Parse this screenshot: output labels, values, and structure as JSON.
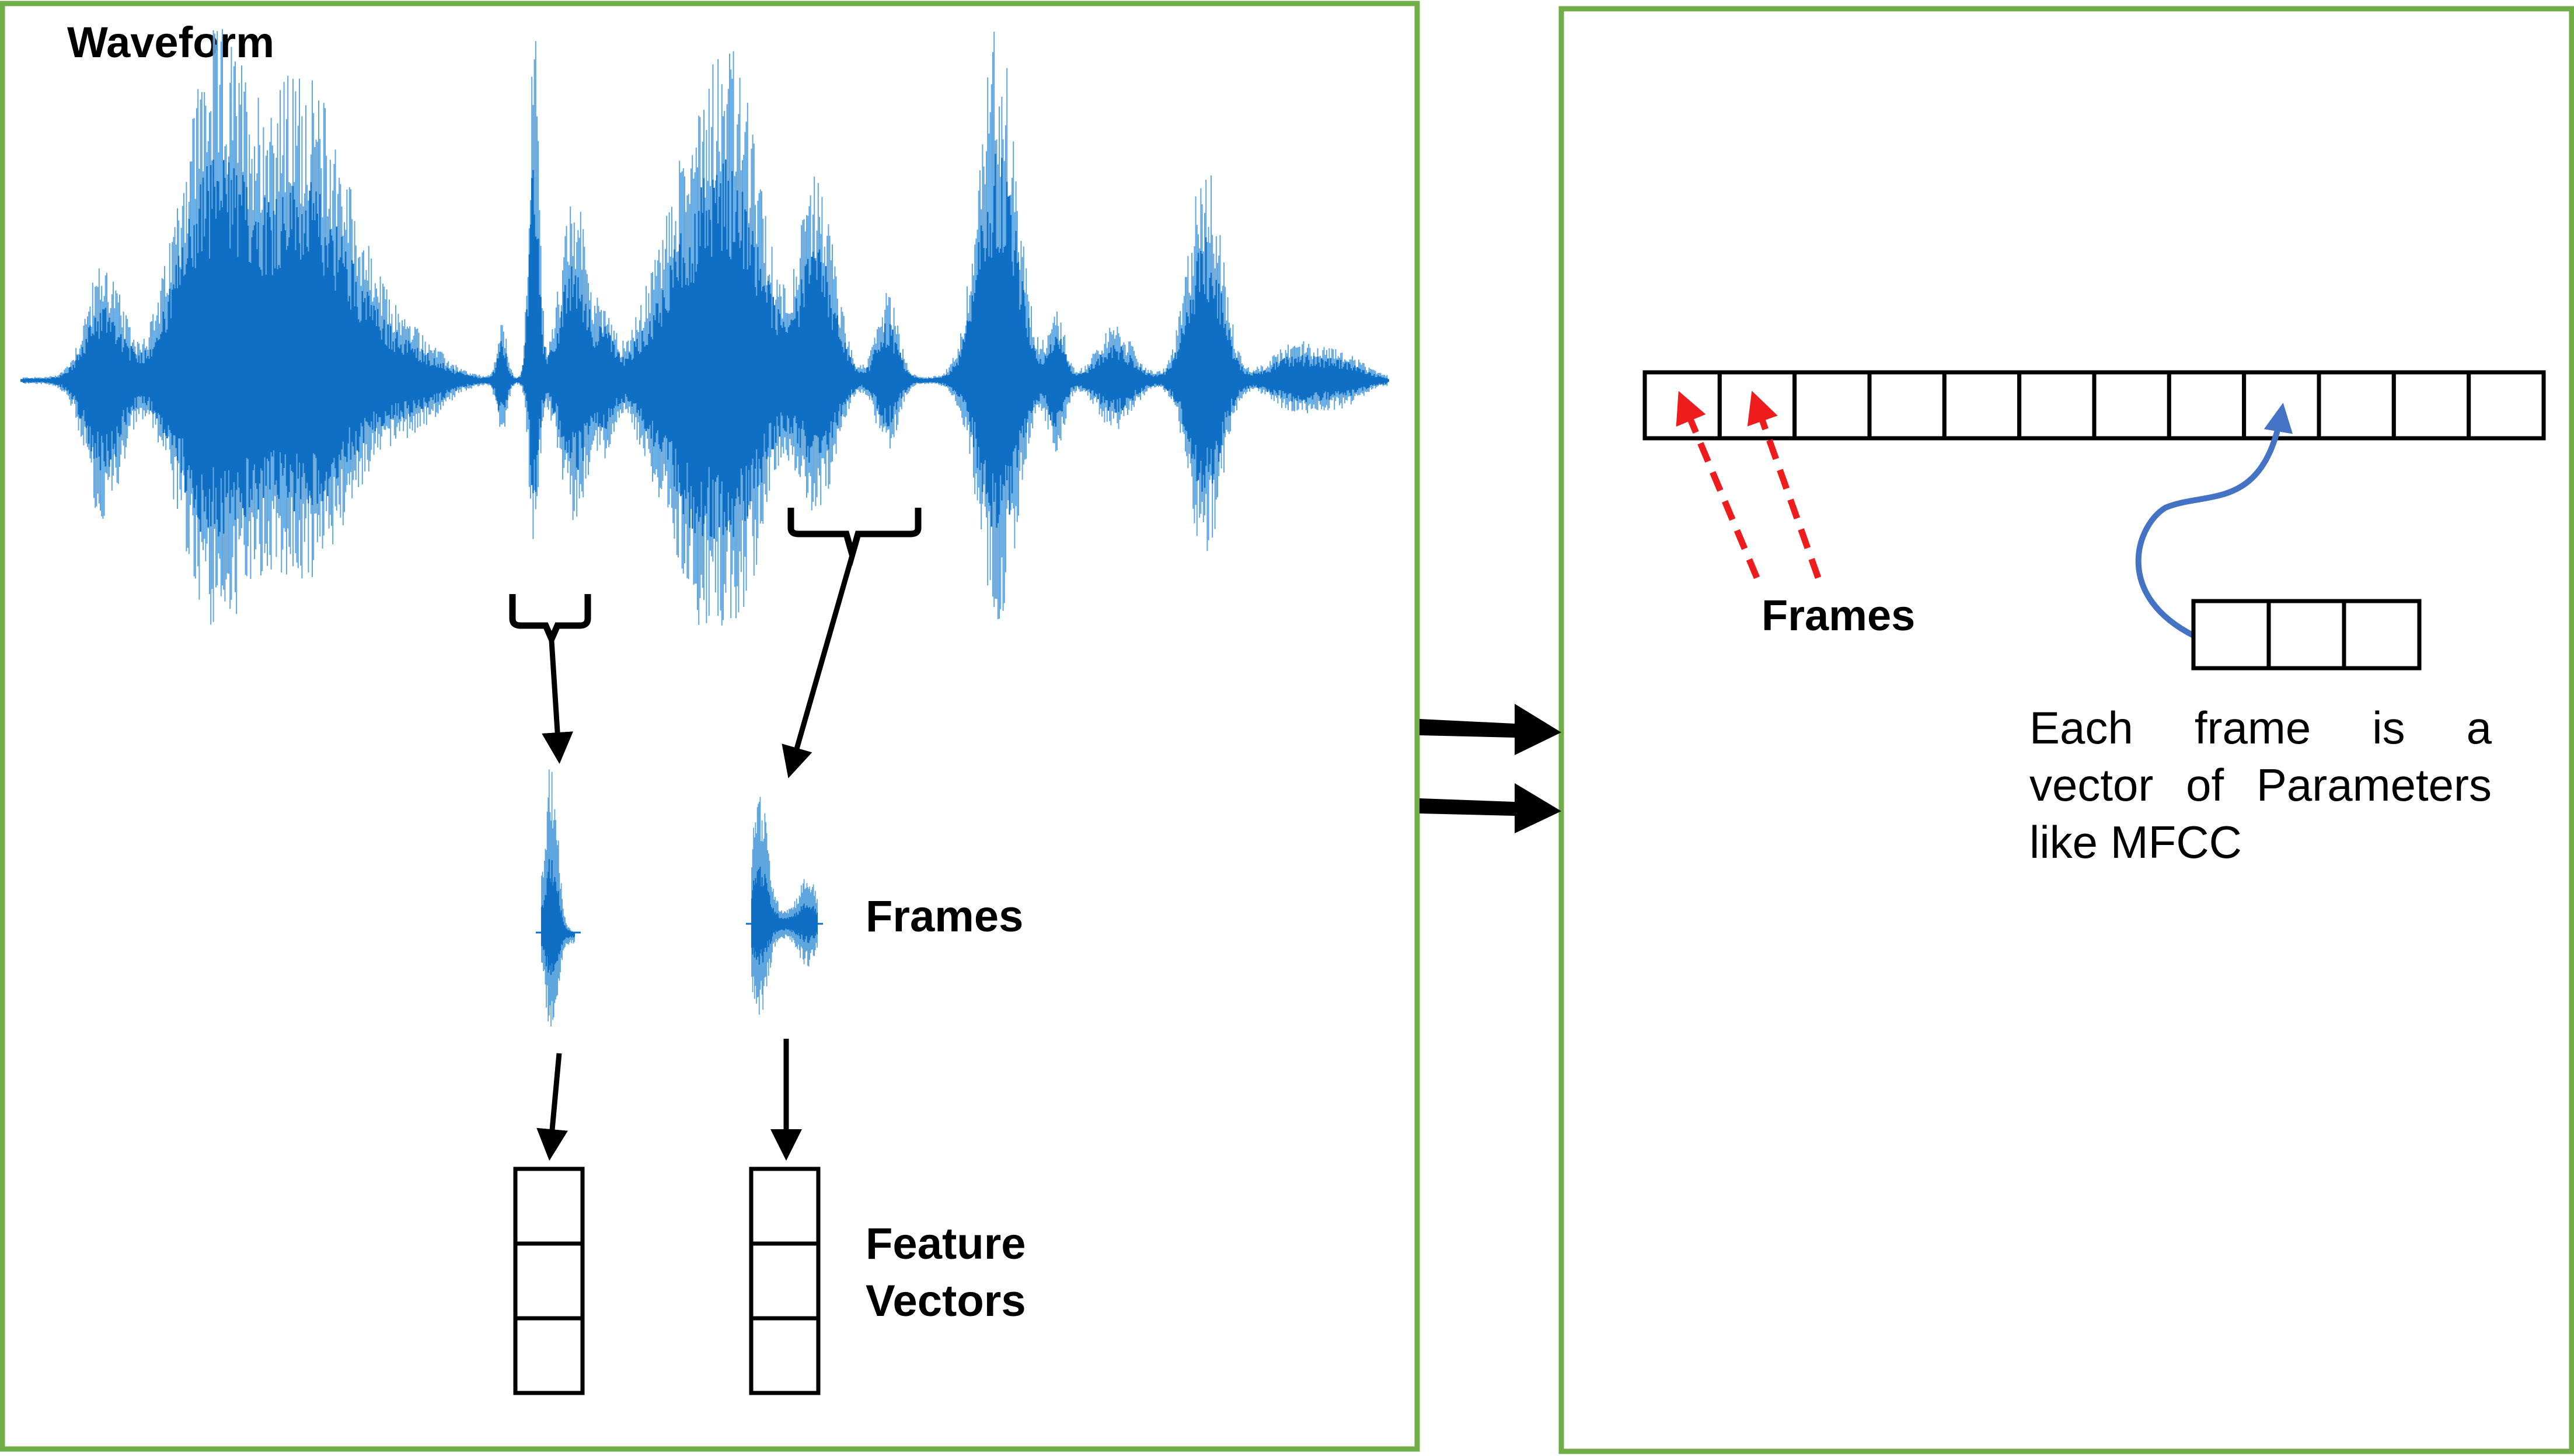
{
  "left_panel": {
    "title": "Waveform",
    "frames_label": "Frames",
    "feature_vectors_label": [
      "Feature",
      "Vectors"
    ]
  },
  "right_panel": {
    "frames_label": "Frames",
    "description_lines": [
      "Each frame is a",
      "vector of Parameters",
      "like MFCC"
    ],
    "frame_sequence_cells": 12,
    "vector_cells": 3
  },
  "colors": {
    "panel_border": "#70ad47",
    "waveform_dark": "#0f6fc4",
    "waveform_light": "#5fa6df",
    "red_arrow": "#ee1c1c",
    "blue_curve": "#4472c4",
    "black": "#000000"
  }
}
